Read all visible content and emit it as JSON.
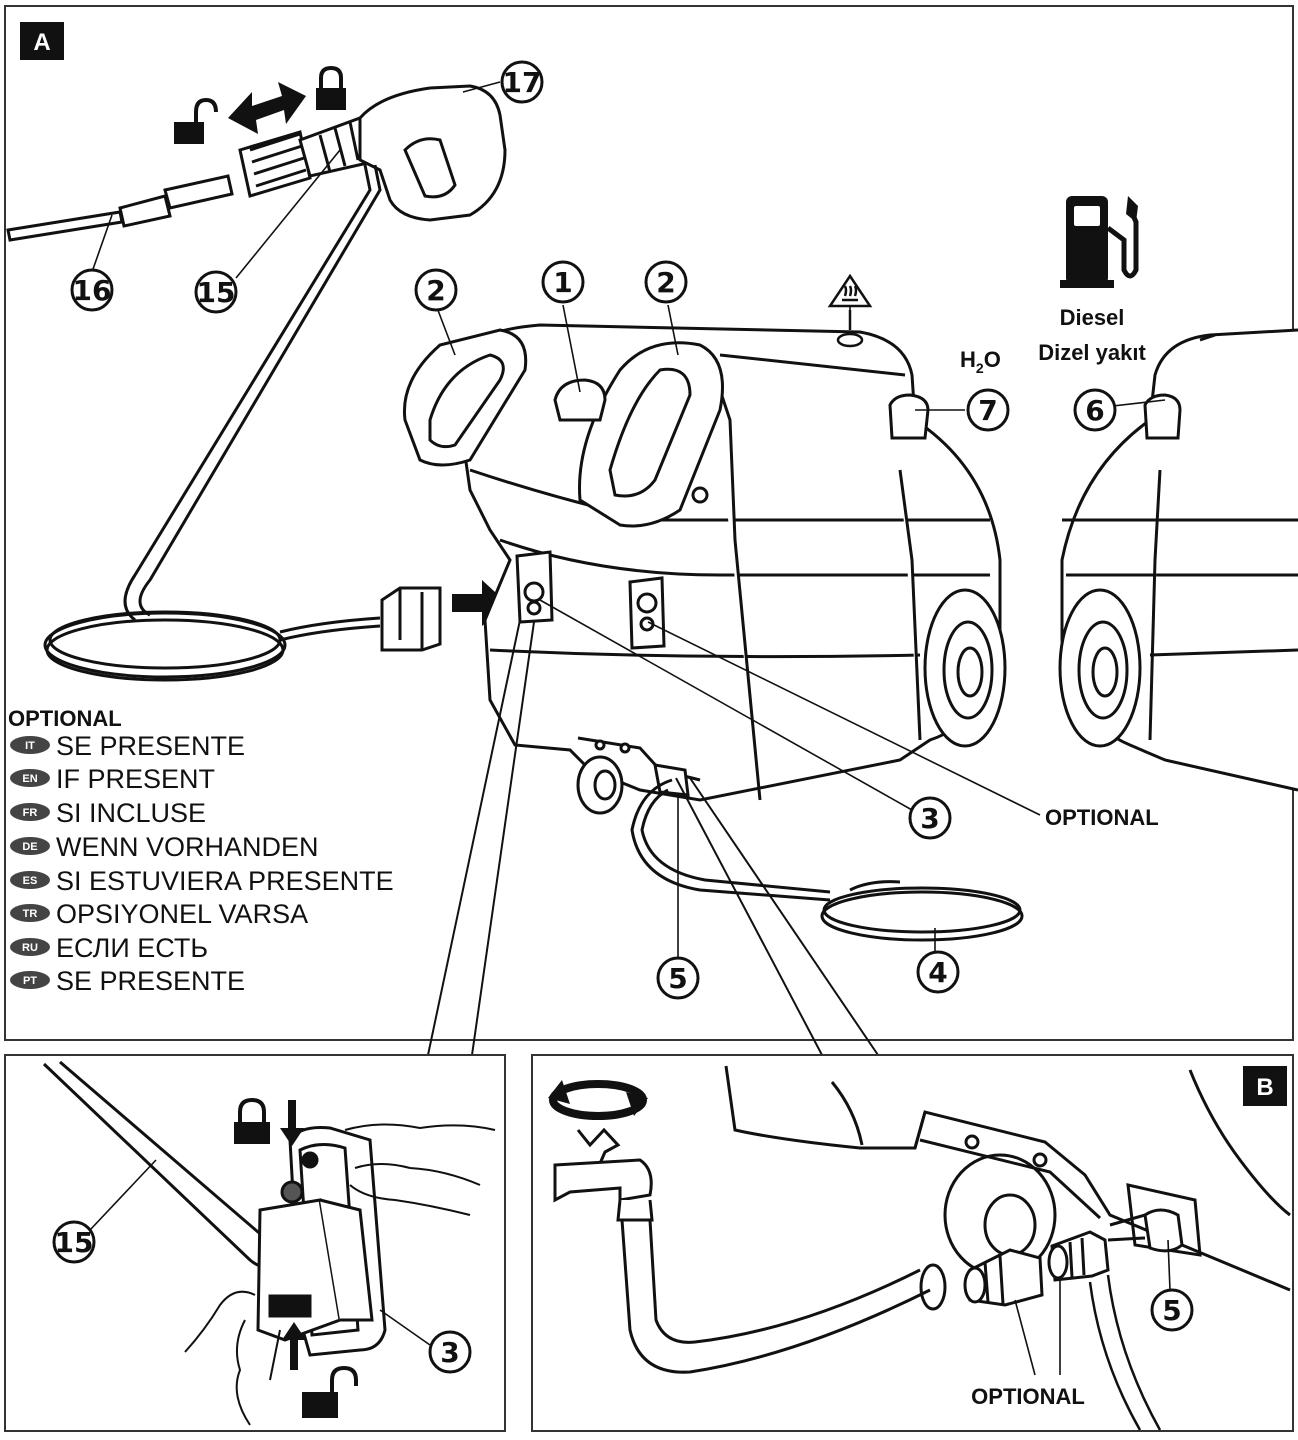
{
  "panel_a": {
    "letter": "A",
    "callouts": {
      "c1": "1",
      "c2a": "2",
      "c2b": "2",
      "c3": "3",
      "c4": "4",
      "c5": "5",
      "c6": "6",
      "c7": "7",
      "c15": "15",
      "c16": "16",
      "c17": "17"
    },
    "water_label_main": "H",
    "water_label_sub": "2",
    "water_label_end": "O",
    "diesel_title": "Diesel",
    "diesel_subtitle": "Dizel yakıt",
    "optional_right": "OPTIONAL",
    "optional_title": "OPTIONAL",
    "languages": [
      {
        "code": "IT",
        "text": "SE PRESENTE"
      },
      {
        "code": "EN",
        "text": "IF PRESENT"
      },
      {
        "code": "FR",
        "text": "SI INCLUSE"
      },
      {
        "code": "DE",
        "text": "WENN VORHANDEN"
      },
      {
        "code": "ES",
        "text": "SI ESTUVIERA PRESENTE"
      },
      {
        "code": "TR",
        "text": "OPSIYONEL VARSA"
      },
      {
        "code": "RU",
        "text": "ЕСЛИ ЕСТЬ"
      },
      {
        "code": "PT",
        "text": "SE PRESENTE"
      }
    ]
  },
  "panel_detail": {
    "callouts": {
      "c15": "15",
      "c3": "3"
    }
  },
  "panel_b": {
    "letter": "B",
    "callouts": {
      "c5": "5"
    },
    "optional_label": "OPTIONAL"
  },
  "icons": [
    "padlock-open-icon",
    "padlock-closed-icon",
    "double-arrow-icon",
    "fuel-pump-icon",
    "hot-surface-warning-icon",
    "arrow-right-icon",
    "rotate-tap-icon",
    "water-tap-icon"
  ]
}
